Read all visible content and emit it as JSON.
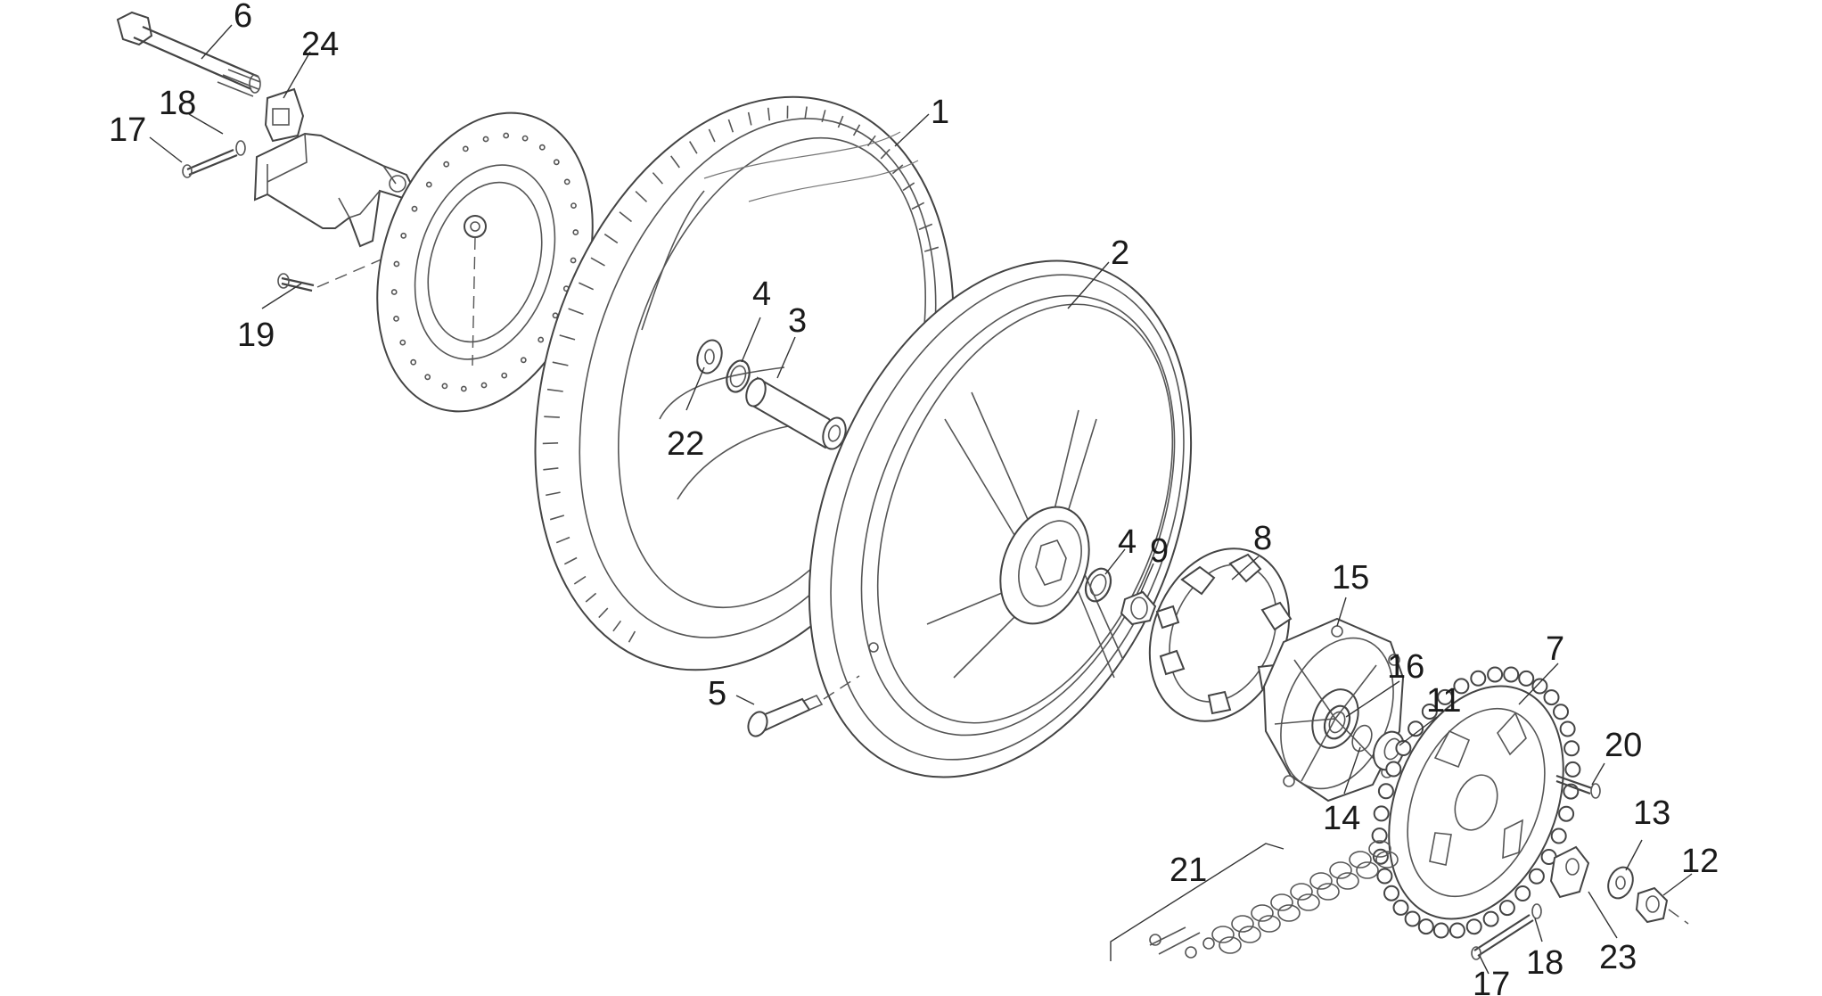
{
  "callouts": [
    {
      "id": "c6",
      "text": "6"
    },
    {
      "id": "c24",
      "text": "24"
    },
    {
      "id": "c18a",
      "text": "18"
    },
    {
      "id": "c17a",
      "text": "17"
    },
    {
      "id": "c1",
      "text": "1"
    },
    {
      "id": "c2",
      "text": "2"
    },
    {
      "id": "c4a",
      "text": "4"
    },
    {
      "id": "c3",
      "text": "3"
    },
    {
      "id": "c19",
      "text": "19"
    },
    {
      "id": "c22",
      "text": "22"
    },
    {
      "id": "c4b",
      "text": "4"
    },
    {
      "id": "c9",
      "text": "9"
    },
    {
      "id": "c8",
      "text": "8"
    },
    {
      "id": "c15",
      "text": "15"
    },
    {
      "id": "c7",
      "text": "7"
    },
    {
      "id": "c16",
      "text": "16"
    },
    {
      "id": "c11",
      "text": "11"
    },
    {
      "id": "c5",
      "text": "5"
    },
    {
      "id": "c20",
      "text": "20"
    },
    {
      "id": "c14",
      "text": "14"
    },
    {
      "id": "c13",
      "text": "13"
    },
    {
      "id": "c12",
      "text": "12"
    },
    {
      "id": "c21",
      "text": "21"
    },
    {
      "id": "c23",
      "text": "23"
    },
    {
      "id": "c18b",
      "text": "18"
    },
    {
      "id": "c17b",
      "text": "17"
    }
  ]
}
